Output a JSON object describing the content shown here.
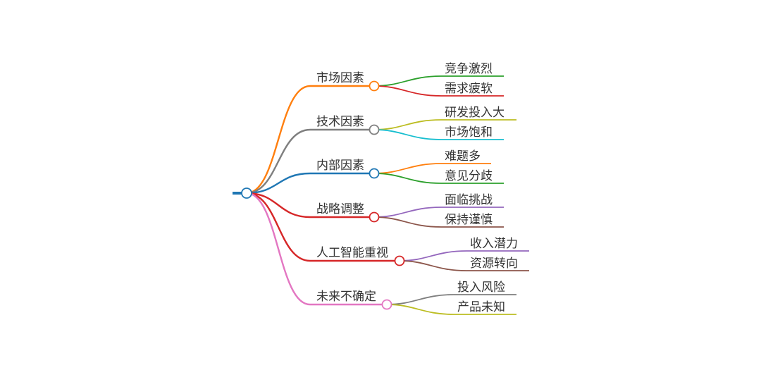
{
  "root": {
    "label": "",
    "color": "#1f77b4"
  },
  "branches": [
    {
      "label": "市场因素",
      "color": "#ff7f0e",
      "children": [
        {
          "label": "竞争激烈",
          "color": "#2ca02c"
        },
        {
          "label": "需求疲软",
          "color": "#d62728"
        }
      ]
    },
    {
      "label": "技术因素",
      "color": "#7f7f7f",
      "children": [
        {
          "label": "研发投入大",
          "color": "#bcbd22"
        },
        {
          "label": "市场饱和",
          "color": "#17becf"
        }
      ]
    },
    {
      "label": "内部因素",
      "color": "#1f77b4",
      "children": [
        {
          "label": "难题多",
          "color": "#ff7f0e"
        },
        {
          "label": "意见分歧",
          "color": "#2ca02c"
        }
      ]
    },
    {
      "label": "战略调整",
      "color": "#d62728",
      "children": [
        {
          "label": "面临挑战",
          "color": "#9467bd"
        },
        {
          "label": "保持谨慎",
          "color": "#8c564b"
        }
      ]
    },
    {
      "label": "人工智能重视",
      "color": "#d62728",
      "children": [
        {
          "label": "收入潜力",
          "color": "#9467bd"
        },
        {
          "label": "资源转向",
          "color": "#8c564b"
        }
      ]
    },
    {
      "label": "未来不确定",
      "color": "#e377c2",
      "children": [
        {
          "label": "投入风险",
          "color": "#7f7f7f"
        },
        {
          "label": "产品未知",
          "color": "#bcbd22"
        }
      ]
    }
  ]
}
